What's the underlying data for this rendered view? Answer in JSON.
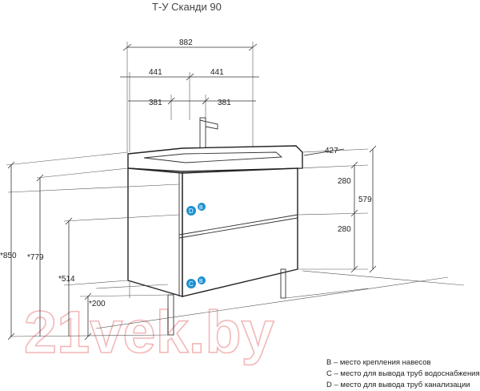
{
  "title": "Т-У Сканди 90",
  "dimensions": {
    "width_total": "882",
    "half_left": "441",
    "half_right": "441",
    "off_left": "381",
    "off_right": "381",
    "depth": "427",
    "drawer_top": "280",
    "drawer_bottom": "280",
    "front_height": "579",
    "height_total": "*850",
    "height_779": "*779",
    "height_514": "*514",
    "height_200": "*200"
  },
  "markers": {
    "upper_left": "D",
    "upper_right": "B",
    "lower_left": "C",
    "lower_right": "B"
  },
  "legend": [
    "B – место крепления навесов",
    "C – место для вывода труб водоснабжения",
    "D – место для вывода труб канализации"
  ],
  "watermark": "21vek.by",
  "colors": {
    "marker": "#1e8fd0",
    "watermark": "#f2b8b8"
  }
}
